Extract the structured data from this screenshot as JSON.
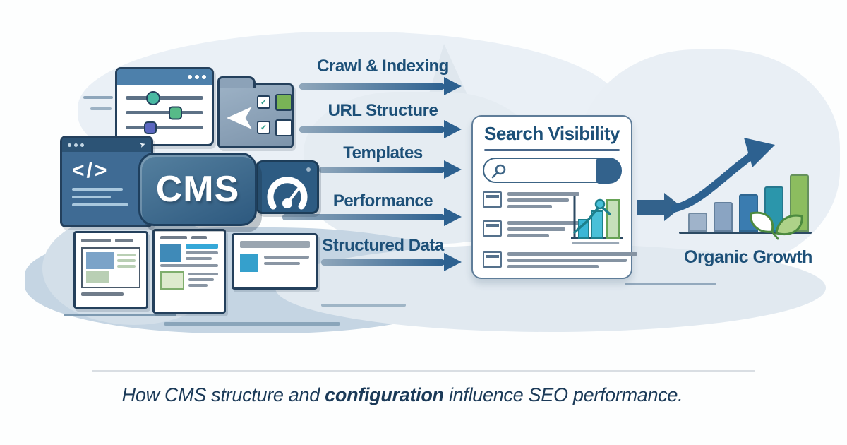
{
  "cms_cluster": {
    "badge_label": "CMS",
    "code_symbol": "</>"
  },
  "factors": [
    {
      "label": "Crawl & Indexing"
    },
    {
      "label": "URL Structure"
    },
    {
      "label": "Templates"
    },
    {
      "label": "Performance"
    },
    {
      "label": "Structured Data"
    }
  ],
  "search_card": {
    "title": "Search Visibility"
  },
  "growth": {
    "label": "Organic Growth",
    "bars": [
      {
        "height": 27,
        "color": "#9fb3ca"
      },
      {
        "height": 42,
        "color": "#8aa4c2"
      },
      {
        "height": 53,
        "color": "#3a7cb0"
      },
      {
        "height": 64,
        "color": "#2b96ab"
      },
      {
        "height": 81,
        "color": "#8cbd5f"
      }
    ]
  },
  "caption": {
    "prefix": "How CMS structure and ",
    "emphasis": "configuration",
    "suffix": " influence SEO performance."
  },
  "colors": {
    "accent_blue": "#2d6190",
    "label_text": "#1d5078",
    "badge_gradient_start": "#55809f",
    "badge_gradient_end": "#2d597f",
    "teal": "#49b9a2",
    "green": "#79b356",
    "caption_text": "#1b3a58"
  }
}
